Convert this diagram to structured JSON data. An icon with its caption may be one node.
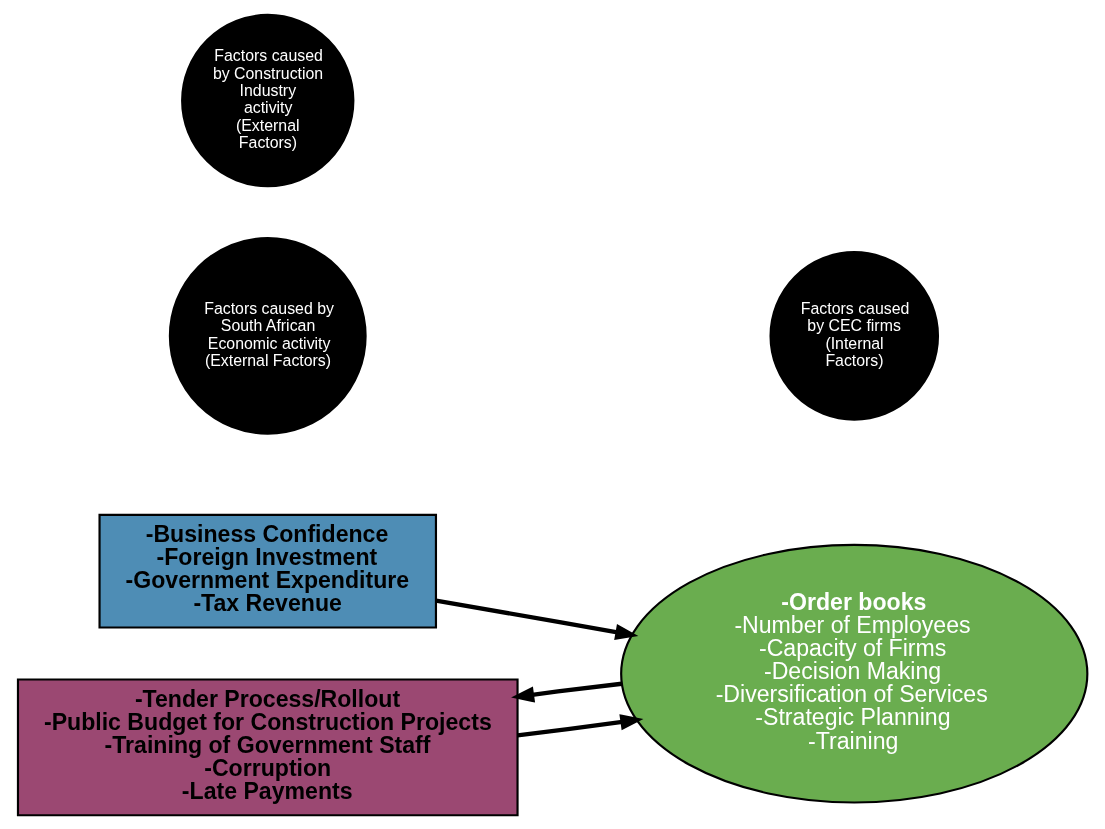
{
  "diagram": {
    "nodes": [
      {
        "text": [
          "-Business Confidence",
          "-Foreign Investment",
          "-Government Expenditure",
          "-Tax Revenue"
        ]
      },
      {
        "text": [
          "Factors caused by South African Economic activity (External Factors)"
        ]
      },
      {
        "text": [
          "Factors caused by CEC firms (Internal Factors)"
        ]
      },
      {
        "text": [
          "-Order books",
          "-Number of Employees",
          "-Capacity of Firms",
          "-Decision Making",
          "-Diversification of Services",
          "-Strategic Planning",
          "-Training"
        ]
      },
      {
        "text": [
          "Factors caused by Construction Industry activity (External Factors)"
        ]
      },
      {
        "text": [
          "-Tender Process/Rollout",
          "-Public Budget for Construction Projects",
          "-Training of Government Staff",
          "-Corruption",
          "-Late Payments"
        ]
      }
    ],
    "edges": [
      {
        "from": 0,
        "to": 3,
        "arrow": "to"
      },
      {
        "from": 5,
        "to": 3,
        "arrow": "to"
      },
      {
        "from": 3,
        "to": 5,
        "arrow": "to"
      }
    ]
  }
}
